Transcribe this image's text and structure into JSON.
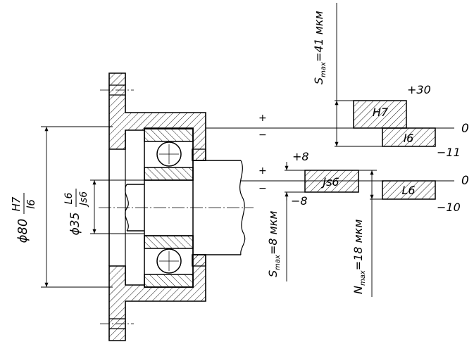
{
  "colors": {
    "ink": "#000000",
    "paper": "#ffffff"
  },
  "outer_fit": {
    "diameter": "ϕ80",
    "hole_fit": "H7",
    "shaft_fit": "l6",
    "smax": "S",
    "smax_sub": "max",
    "smax_value": "=41 мкм",
    "plus": "+",
    "minus": "−",
    "upper_dev": "+30",
    "zero": "0",
    "lower_dev": "−11",
    "field_hole": "H7",
    "field_shaft": "l6"
  },
  "inner_fit": {
    "diameter": "ϕ35",
    "shaft_fit": "L6",
    "hole_fit": "Js6",
    "smax": "S",
    "smax_sub": "max",
    "smax_value": "=8 мкм",
    "nmax": "N",
    "nmax_sub": "max",
    "nmax_value": "=18 мкм",
    "plus": "+",
    "minus": "−",
    "upper_dev": "+8",
    "lower_dev": "−8",
    "zero": "0",
    "right_lower_dev": "−10",
    "field_hole": "Js6",
    "field_shaft": "L6"
  }
}
